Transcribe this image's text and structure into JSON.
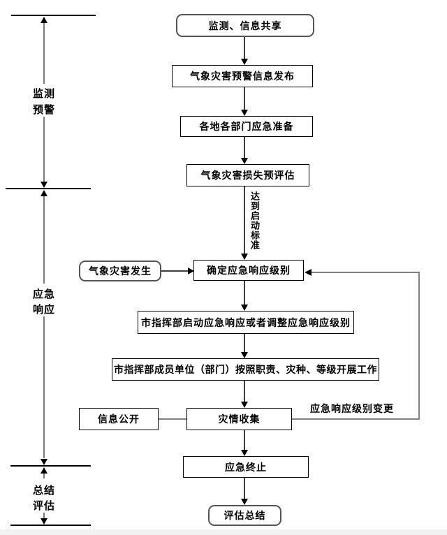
{
  "nodes": {
    "monitor_share": "监测、信息共享",
    "warning_release": "气象灾害预警信息发布",
    "dept_preparation": "各地各部门应急准备",
    "loss_preassessment": "气象灾害损失预评估",
    "disaster_occurs": "气象灾害发生",
    "determine_level": "确定应急响应级别",
    "start_adjust_response": "市指挥部启动应急响应或者调整应急响应级别",
    "members_work": "市指挥部成员单位（部门）按照职责、灾种、等级开展工作",
    "info_disclosure": "信息公开",
    "disaster_collection": "灾情收集",
    "emergency_termination": "应急终止",
    "evaluation_summary": "评估总结"
  },
  "edge_labels": {
    "activation_criteria": "达到启动标准",
    "level_change": "应急响应级别变更"
  },
  "phases": [
    {
      "line1": "监测",
      "line2": "预警"
    },
    {
      "line1": "应急",
      "line2": "响应"
    },
    {
      "line1": "总结",
      "line2": "评估"
    }
  ],
  "colors": {
    "box_border": "#000000",
    "rounded_border": "#555555",
    "flow_line": "#3d3d3d",
    "feedback_line": "#808080",
    "background": "#ffffff"
  }
}
